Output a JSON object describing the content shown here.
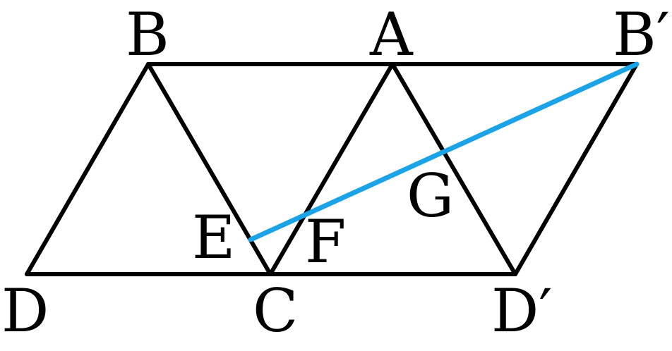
{
  "colors": {
    "edges": "#000000",
    "highlight": "#1aa3e6",
    "background": "#ffffff"
  },
  "points": {
    "B": "B",
    "A": "A",
    "B_prime": "B′",
    "D": "D",
    "C": "C",
    "D_prime": "D′",
    "E": "E",
    "F": "F",
    "G": "G"
  }
}
